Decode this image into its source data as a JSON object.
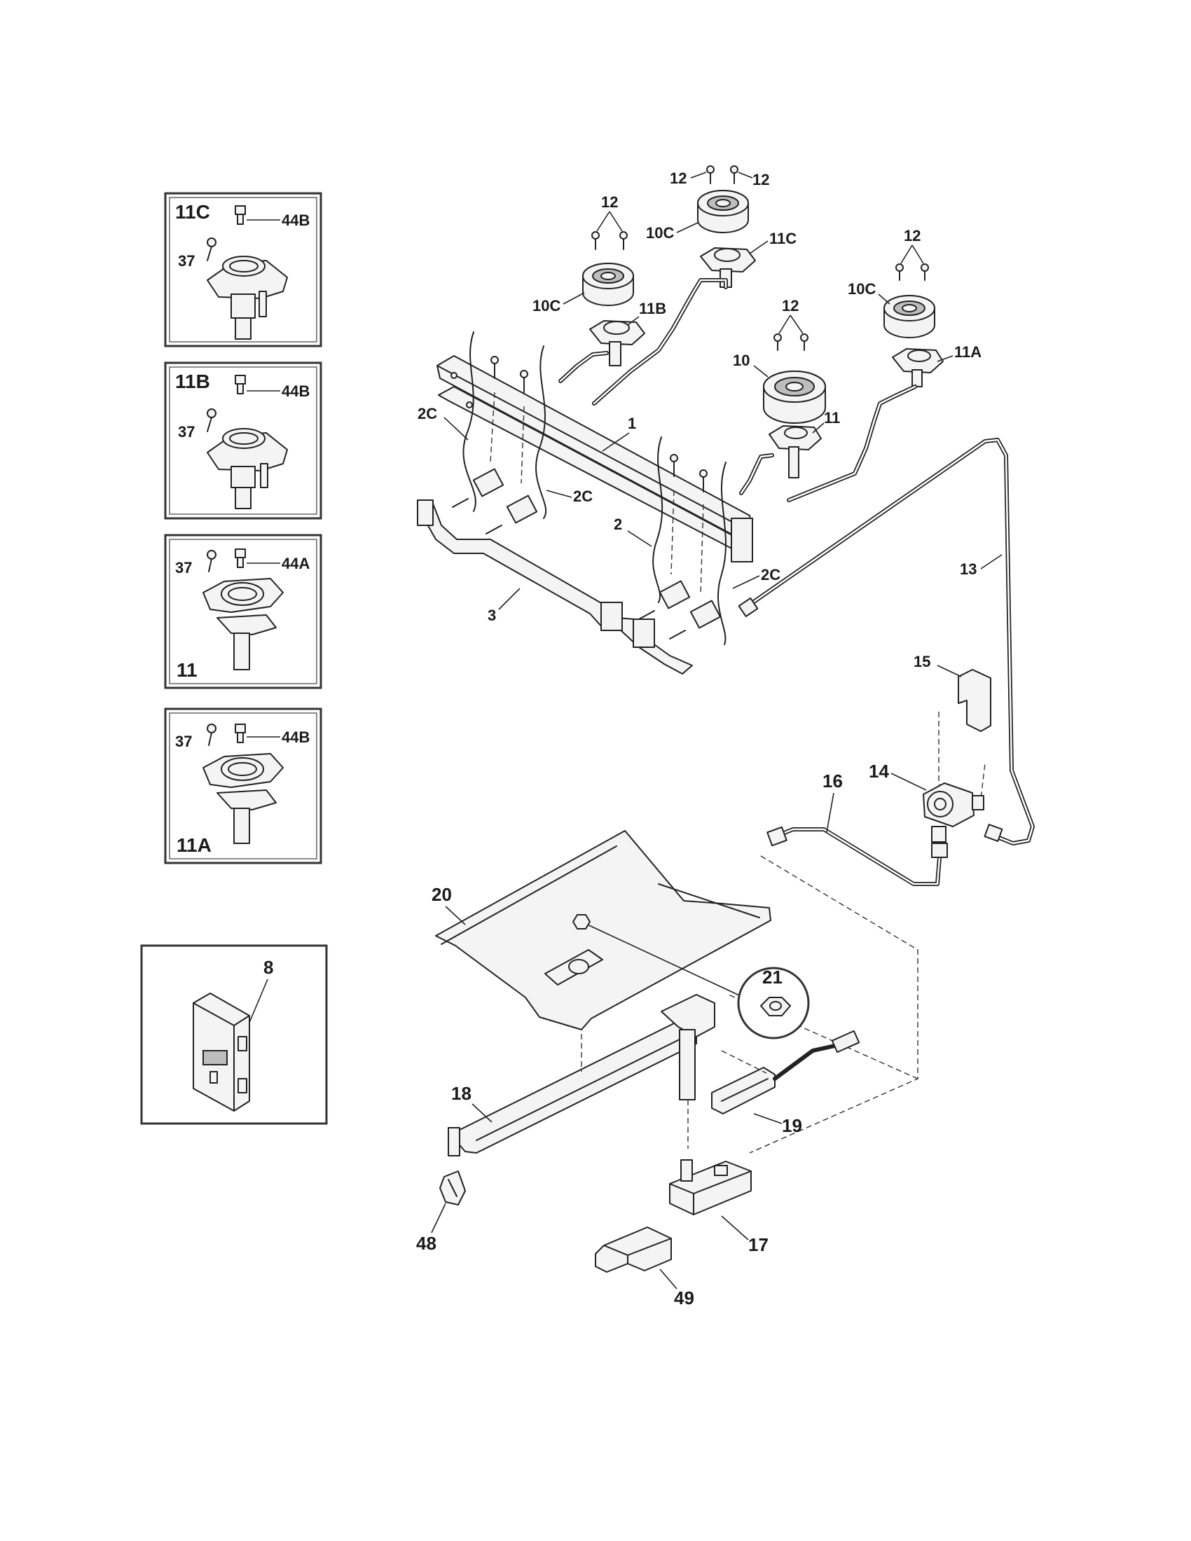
{
  "insets": [
    {
      "id": "11C",
      "title": "11C",
      "screw": "37",
      "cap": "44B"
    },
    {
      "id": "11B",
      "title": "11B",
      "screw": "37",
      "cap": "44B"
    },
    {
      "id": "11",
      "title": "11",
      "screw": "37",
      "cap": "44A"
    },
    {
      "id": "11A",
      "title": "11A",
      "screw": "37",
      "cap": "44B"
    }
  ],
  "igniter_module_label": "8",
  "callouts": {
    "screw_12": "12",
    "cap_10c": "10C",
    "cap_10": "10",
    "valve_11c": "11C",
    "valve_11b": "11B",
    "valve_11a": "11A",
    "valve_11": "11",
    "manifold_1": "1",
    "wire_2": "2",
    "wire_2c": "2C",
    "bracket_3": "3",
    "tube_13": "13",
    "regulator_14": "14",
    "bracket_15": "15",
    "tube_16": "16",
    "valve_17": "17",
    "burner_18": "18",
    "igniter_19": "19",
    "baffle_20": "20",
    "nut_21": "21",
    "clip_48": "48",
    "bracket_49": "49"
  }
}
